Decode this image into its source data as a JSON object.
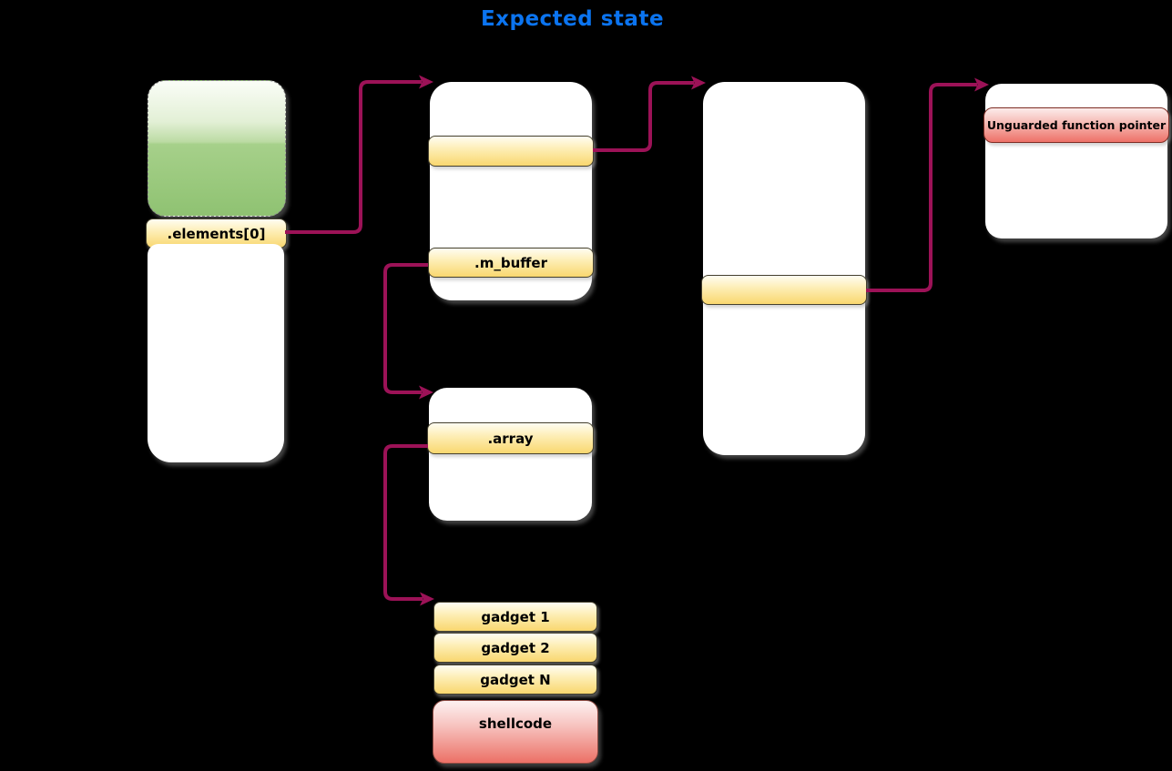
{
  "title": "Expected state",
  "colors": {
    "background": "#000000",
    "title_text": "#0b74f0",
    "arrow": "#9c1257",
    "band_yellow": "#f9d76f",
    "band_red": "#ee7168",
    "node_green": "#8fc272",
    "node_white": "#ffffff"
  },
  "nodes": {
    "object": {
      "band_label": ".elements[0]"
    },
    "vector": {
      "m_buffer_label": ".m_buffer"
    },
    "buffer": {
      "array_label": ".array"
    },
    "rop_chain": {
      "gadgets": [
        "gadget 1",
        "gadget 2",
        "gadget N"
      ],
      "shellcode_label": "shellcode"
    },
    "function": {
      "band_label": "Unguarded function pointer"
    }
  }
}
